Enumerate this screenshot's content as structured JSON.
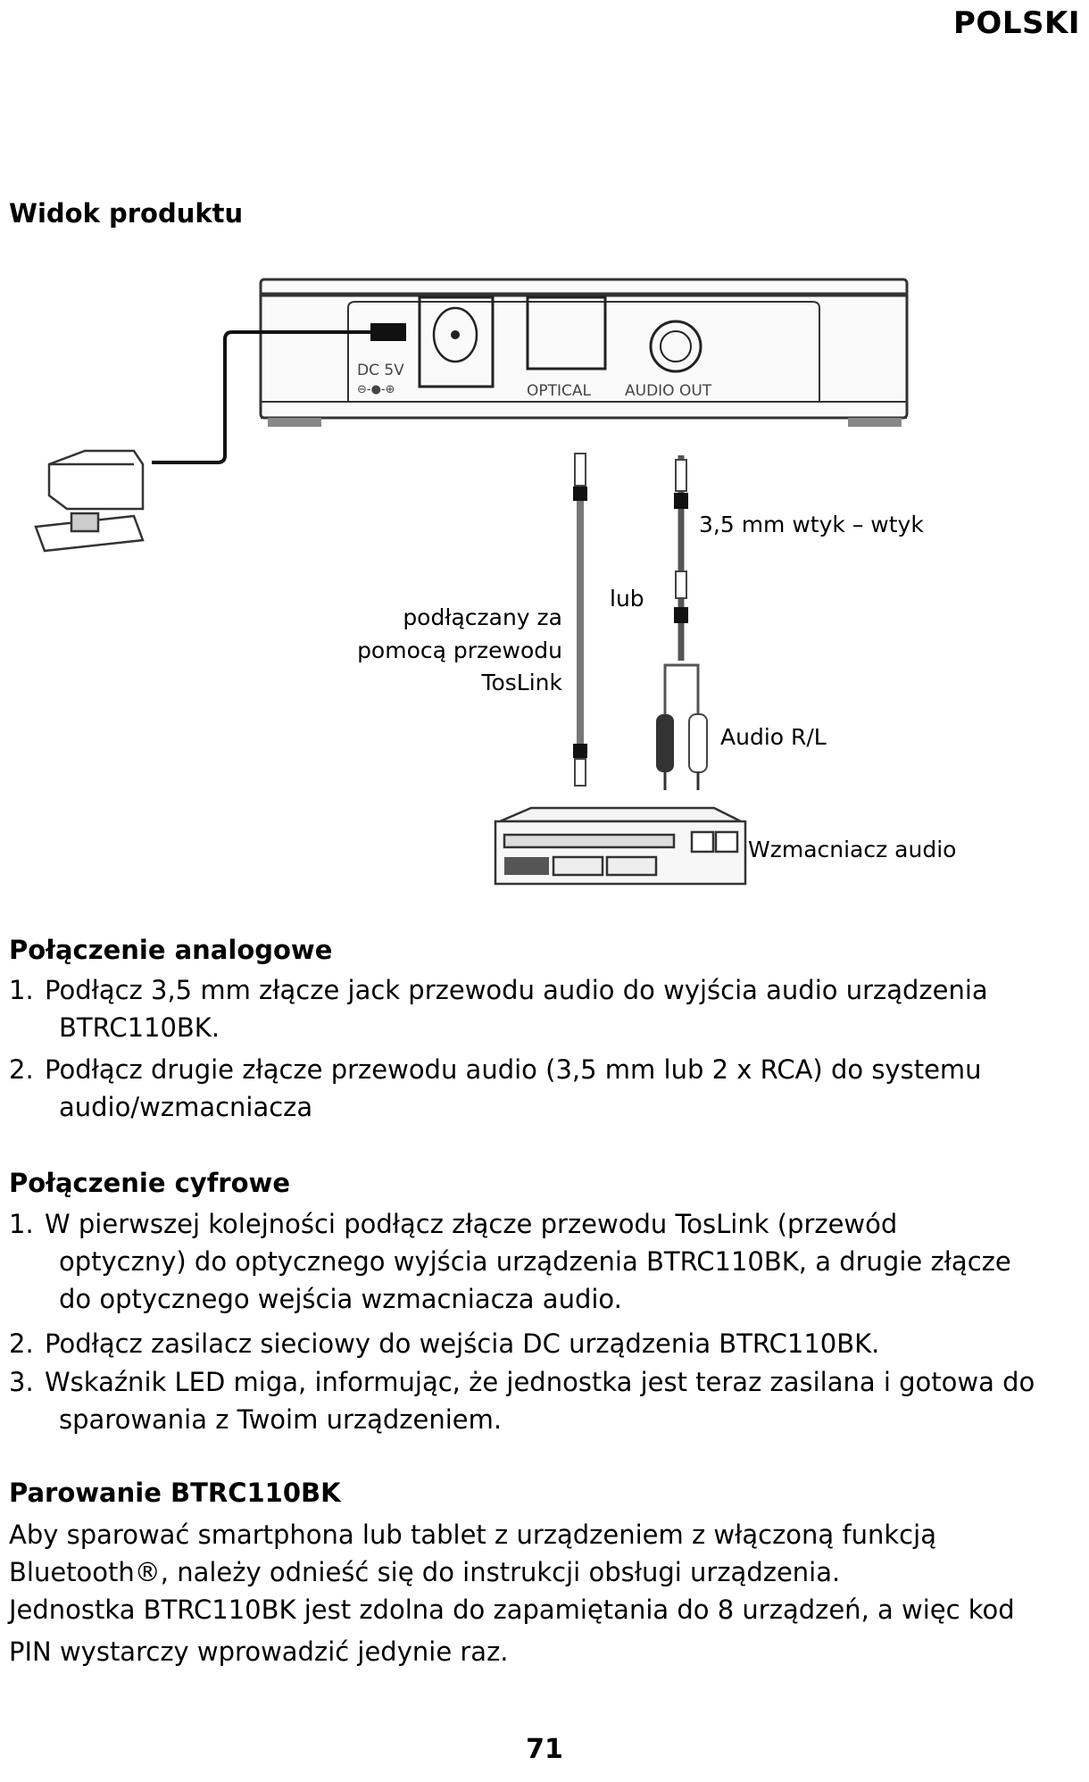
{
  "header": {
    "language": "POLSKI"
  },
  "product_view": {
    "heading": "Widok produktu",
    "diagram": {
      "device_labels": {
        "dc": "DC 5V",
        "optical": "OPTICAL",
        "audio_out": "AUDIO OUT"
      },
      "labels": {
        "plug": "3,5 mm wtyk – wtyk",
        "or": "lub",
        "toslink_line1": "podłączany za",
        "toslink_line2": "pomocą przewodu",
        "toslink_line3": "TosLink",
        "rca": "Audio R/L",
        "amplifier": "Wzmacniacz audio"
      }
    }
  },
  "analog": {
    "heading": "Połączenie analogowe",
    "items": [
      {
        "num": "1.",
        "line1": "Podłącz 3,5 mm złącze jack przewodu audio do wyjścia audio urządzenia",
        "line2": "BTRC110BK."
      },
      {
        "num": "2.",
        "line1": "Podłącz drugie złącze przewodu audio (3,5 mm lub 2 x RCA) do systemu",
        "line2": "audio/wzmacniacza"
      }
    ]
  },
  "digital": {
    "heading": "Połączenie cyfrowe",
    "items": [
      {
        "num": "1.",
        "line1": "W pierwszej kolejności podłącz złącze przewodu TosLink (przewód",
        "line2": "optyczny) do optycznego wyjścia urządzenia BTRC110BK, a drugie złącze",
        "line3": "do optycznego wejścia wzmacniacza audio."
      },
      {
        "num": "2.",
        "line1": "Podłącz zasilacz sieciowy do wejścia DC urządzenia BTRC110BK."
      },
      {
        "num": "3.",
        "line1": "Wskaźnik LED miga, informując, że jednostka jest teraz zasilana i gotowa do",
        "line2": "sparowania z Twoim urządzeniem."
      }
    ]
  },
  "pairing": {
    "heading": "Parowanie BTRC110BK",
    "lines": [
      "Aby sparować smartphona lub tablet z urządzeniem z włączoną funkcją",
      "Bluetooth®, należy odnieść się do instrukcji obsługi urządzenia.",
      "Jednostka BTRC110BK jest zdolna do zapamiętania do 8 urządzeń, a więc kod",
      "PIN wystarczy wprowadzić jedynie raz."
    ]
  },
  "footer": {
    "page_number": "71"
  }
}
